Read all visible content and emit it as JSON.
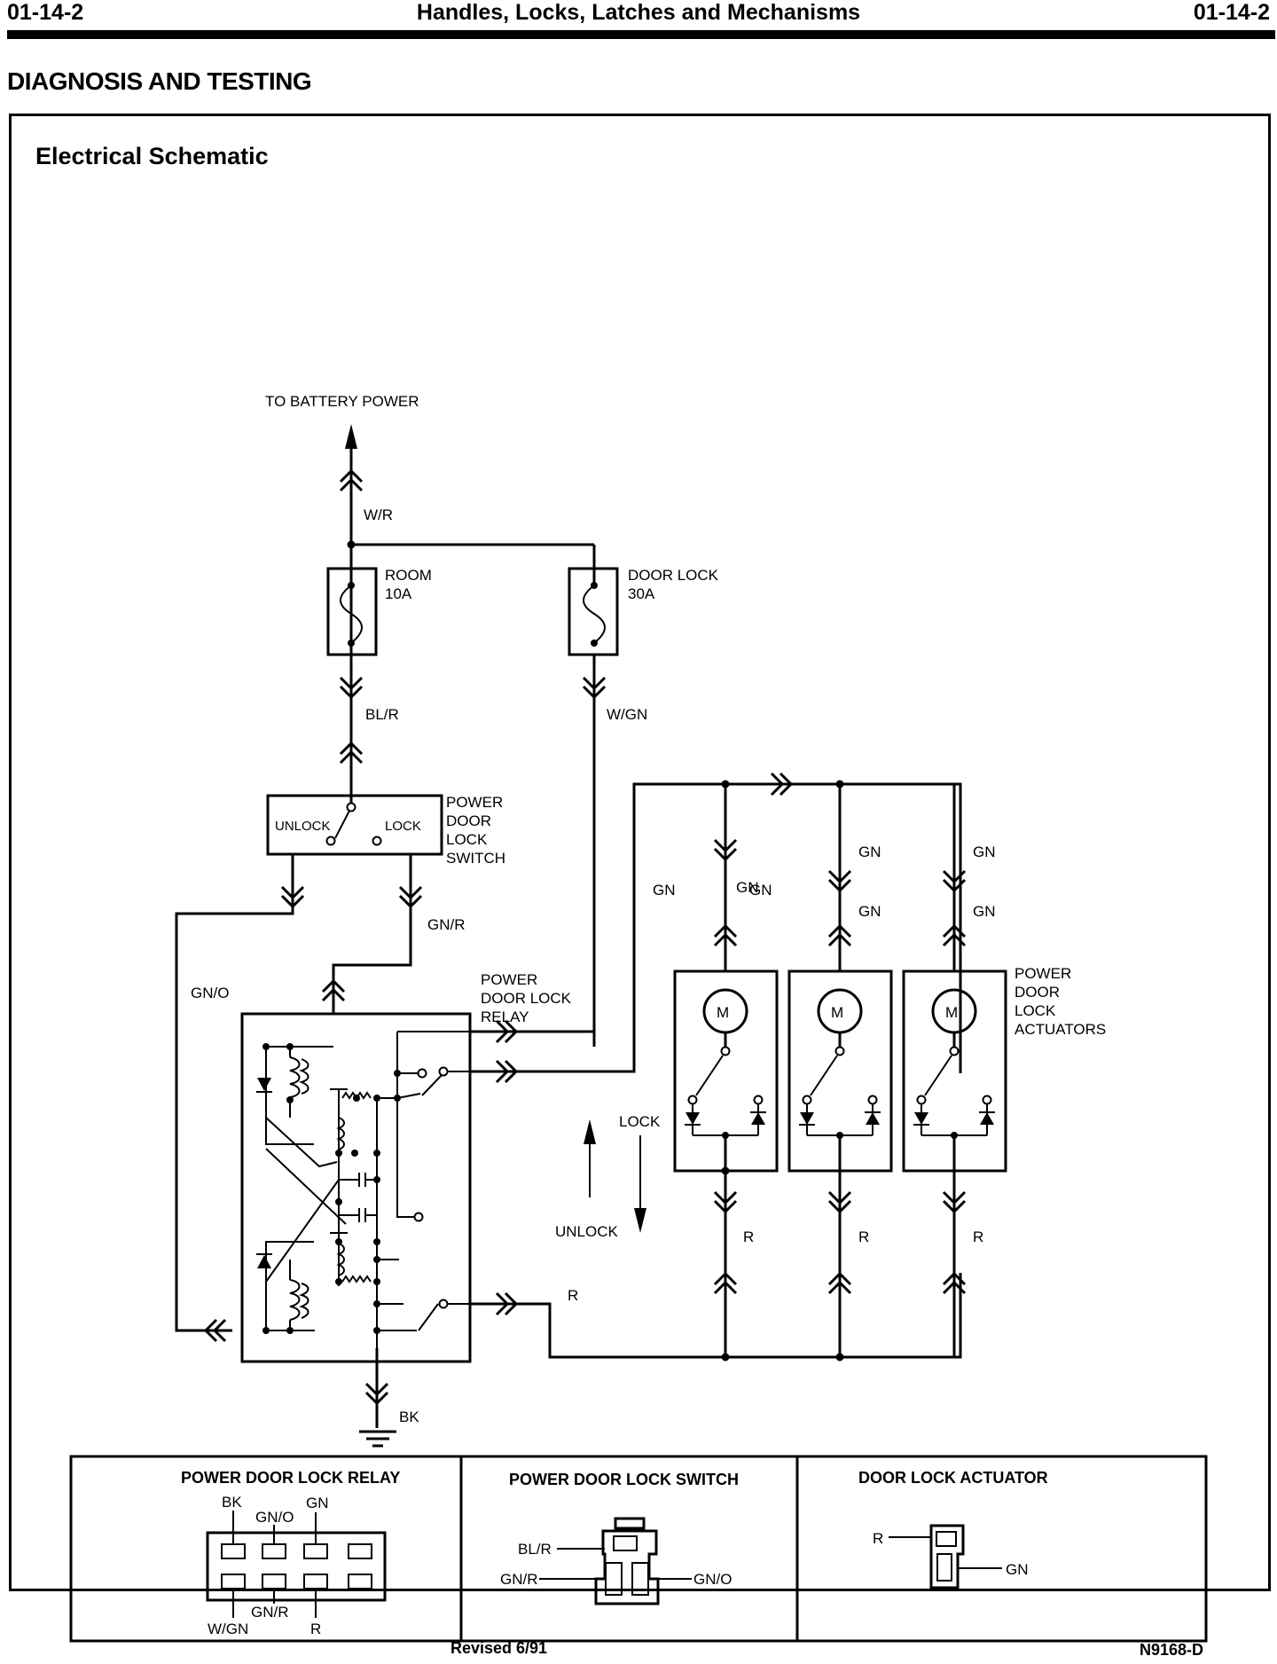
{
  "header": {
    "page_left": "01-14-2",
    "title": "Handles, Locks, Latches and Mechanisms",
    "page_right": "01-14-2"
  },
  "section_title": "DIAGNOSIS AND TESTING",
  "schematic": {
    "title": "Electrical Schematic",
    "battery_label": "TO BATTERY POWER",
    "fuse_room": {
      "name": "ROOM",
      "rating": "10A"
    },
    "fuse_door": {
      "name": "DOOR LOCK",
      "rating": "30A"
    },
    "switch": {
      "name_1": "POWER",
      "name_2": "DOOR",
      "name_3": "LOCK",
      "name_4": "SWITCH",
      "unlock": "UNLOCK",
      "lock": "LOCK"
    },
    "relay": {
      "name_1": "POWER",
      "name_2": "DOOR LOCK",
      "name_3": "RELAY"
    },
    "actuators": {
      "name_1": "POWER",
      "name_2": "DOOR",
      "name_3": "LOCK",
      "name_4": "ACTUATORS",
      "motor": "M"
    },
    "direction": {
      "lock": "LOCK",
      "unlock": "UNLOCK"
    },
    "wires": {
      "wr": "W/R",
      "blr": "BL/R",
      "wgn": "W/GN",
      "gnr": "GN/R",
      "gno": "GN/O",
      "gn": "GN",
      "r": "R",
      "bk": "BK"
    }
  },
  "connectors": {
    "relay": {
      "title": "POWER DOOR LOCK RELAY",
      "bk": "BK",
      "gno": "GN/O",
      "gn": "GN",
      "gnr": "GN/R",
      "wgn": "W/GN",
      "r": "R"
    },
    "switch": {
      "title": "POWER DOOR LOCK SWITCH",
      "blr": "BL/R",
      "gnr": "GN/R",
      "gno": "GN/O"
    },
    "actuator": {
      "title": "DOOR LOCK ACTUATOR",
      "r": "R",
      "gn": "GN"
    }
  },
  "figure_id": "N9168-D",
  "footer": "Revised 6/91"
}
